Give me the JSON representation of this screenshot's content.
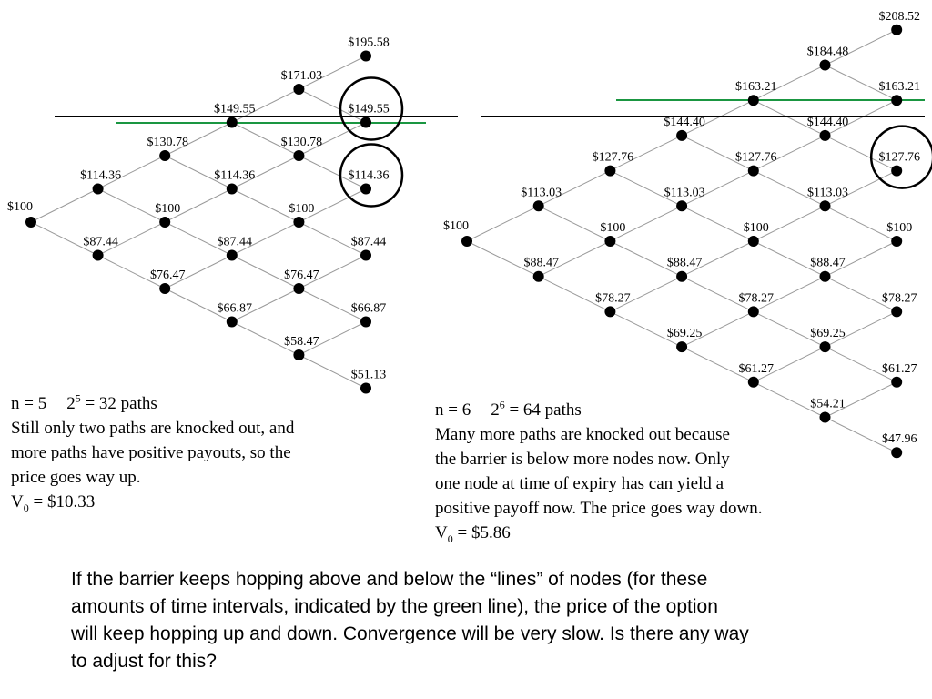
{
  "trees": [
    {
      "id": "n5",
      "labels": [
        [
          "$100"
        ],
        [
          "$114.36",
          "$87.44"
        ],
        [
          "$130.78",
          "$100",
          "$76.47"
        ],
        [
          "$149.55",
          "$114.36",
          "$87.44",
          "$66.87"
        ],
        [
          "$171.03",
          "$130.78",
          "$100",
          "$76.47",
          "$58.47"
        ],
        [
          "$195.58",
          "$149.55",
          "$114.36",
          "$87.44",
          "$66.87",
          "$51.13"
        ]
      ],
      "circled_nodes": [
        [
          5,
          1
        ],
        [
          5,
          2
        ]
      ]
    },
    {
      "id": "n6",
      "labels": [
        [
          "$100"
        ],
        [
          "$113.03",
          "$88.47"
        ],
        [
          "$127.76",
          "$100",
          "$78.27"
        ],
        [
          "$144.40",
          "$113.03",
          "$88.47",
          "$69.25"
        ],
        [
          "$163.21",
          "$127.76",
          "$100",
          "$78.27",
          "$61.27"
        ],
        [
          "$184.48",
          "$144.40",
          "$113.03",
          "$88.47",
          "$69.25",
          "$54.21"
        ],
        [
          "$208.52",
          "$163.21",
          "$127.76",
          "$100",
          "$78.27",
          "$61.27",
          "$47.96"
        ]
      ],
      "circled_nodes": [
        [
          6,
          2
        ]
      ]
    }
  ],
  "colors": {
    "barrier_line": "#000000",
    "green_line": "#1a9641",
    "edge": "#9a9a9a",
    "node": "#000000"
  },
  "captions": {
    "left": {
      "n": "n = 5",
      "paths": {
        "base": "2",
        "exp": "5",
        "rest": " = 32 paths"
      },
      "lines": [
        "Still only two paths are knocked out, and",
        "more paths have positive payouts, so the",
        "price goes way up."
      ],
      "v0": {
        "base": "V",
        "sub": "0",
        "rest": " = $10.33"
      }
    },
    "right": {
      "n": "n = 6",
      "paths": {
        "base": "2",
        "exp": "6",
        "rest": " = 64 paths"
      },
      "lines": [
        "Many more paths are knocked out because",
        "the barrier is below more nodes now. Only",
        "one node at time of expiry has can yield a",
        "positive payoff now. The price goes way down."
      ],
      "v0": {
        "base": "V",
        "sub": "0",
        "rest": " = $5.86"
      }
    }
  },
  "bottom_paragraph": [
    "If the barrier keeps hopping above and below the “lines” of nodes (for these",
    "amounts of time intervals, indicated by the green line), the price of the option",
    "will keep hopping up and down. Convergence will be very slow. Is there any way",
    "to adjust for this?"
  ]
}
